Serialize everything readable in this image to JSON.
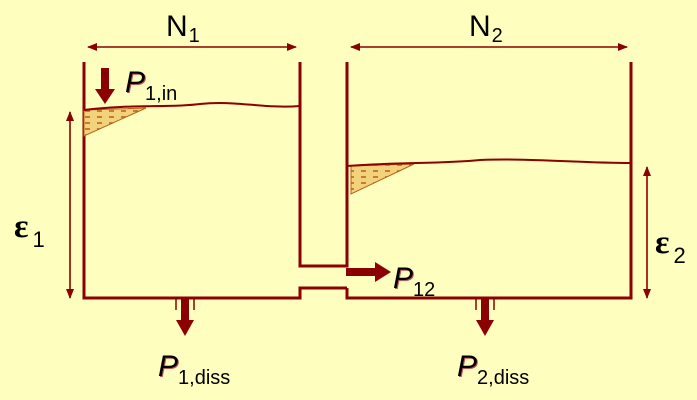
{
  "labels": {
    "n1": {
      "base": "N",
      "sub": "1"
    },
    "n2": {
      "base": "N",
      "sub": "2"
    },
    "p1in": {
      "base": "P",
      "sub": "1,in"
    },
    "p12": {
      "base": "P",
      "sub": "12"
    },
    "p1diss": {
      "base": "P",
      "sub": "1,diss"
    },
    "p2diss": {
      "base": "P",
      "sub": "2,diss"
    },
    "eps1": {
      "base": "ε",
      "sub": "1"
    },
    "eps2": {
      "base": "ε",
      "sub": "2"
    }
  },
  "colors": {
    "background": "#FEFEBE",
    "container": "#8B0000",
    "arrow": "#8B0000",
    "sediment_fill": "#F2D27A",
    "sediment_dash": "#B8601A"
  }
}
